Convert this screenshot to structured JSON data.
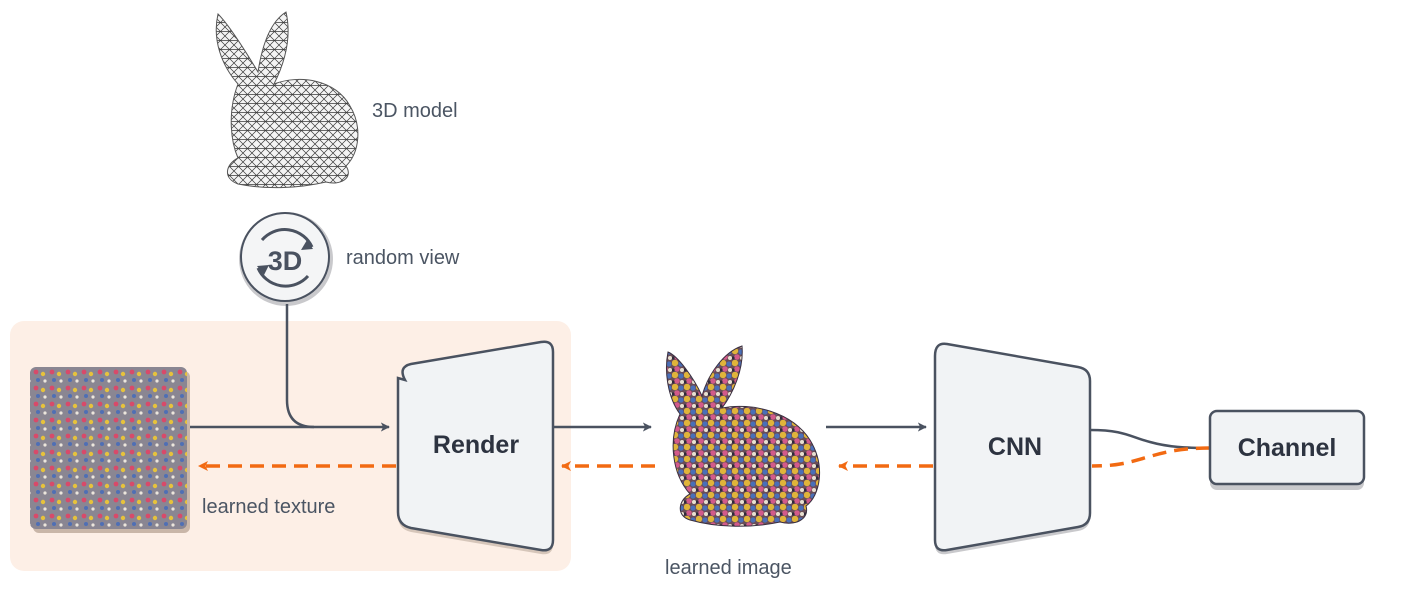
{
  "labels": {
    "model": "3D model",
    "view": "random view",
    "view_badge": "3D",
    "texture": "learned texture",
    "image": "learned image",
    "render": "Render",
    "cnn": "CNN",
    "channel": "Channel"
  },
  "colors": {
    "forward_arrow": "#4a5260",
    "backward_arrow": "#f26a12",
    "box_fill": "#f1f3f5",
    "box_stroke": "#4a5260",
    "highlight_region": "#fdefe6"
  },
  "icons": [
    "bunny-mesh-icon",
    "rotate-3d-icon",
    "texture-image",
    "textured-bunny-icon"
  ]
}
